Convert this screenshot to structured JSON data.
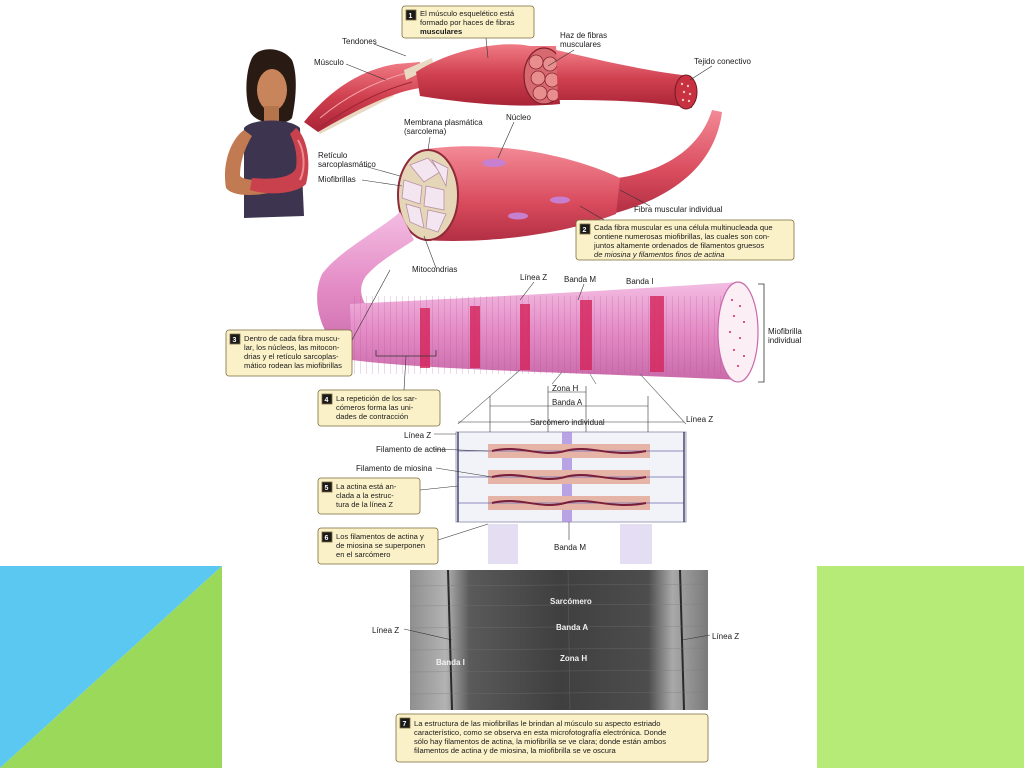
{
  "slide": {
    "colors": {
      "left_blue": "#5ac8f0",
      "left_green": "#9bd95a",
      "right_green": "#b5eb76",
      "muscle": "#c8384a",
      "myofibril": "#e58fc6"
    }
  },
  "figure": {
    "labels": {
      "tendones": "Tendones",
      "musculo": "Músculo",
      "haz": [
        "Haz de fibras",
        "musculares"
      ],
      "tejido": "Tejido conectivo",
      "membrana": [
        "Membrana plasmática",
        "(sarcolema)"
      ],
      "nucleo": "Núcleo",
      "reticulo": [
        "Retículo",
        "sarcoplasmático"
      ],
      "miofibrillas": "Miofibrillas",
      "fibra": "Fibra muscular individual",
      "mitocondrias": "Mitocondrias",
      "linea_z": "Línea Z",
      "banda_m": "Banda M",
      "banda_i": "Banda I",
      "miofibrilla_ind": [
        "Miofibrilla",
        "individual"
      ],
      "zona_h": "Zona H",
      "banda_a": "Banda A",
      "sarcomero_ind": "Sarcómero individual",
      "linea_z_right": "Línea Z",
      "linea_z_left": "Línea Z",
      "filamento_actina": "Filamento de actina",
      "filamento_miosina": "Filamento de miosina",
      "banda_m_lower": "Banda M"
    },
    "micro_labels": {
      "sarcomero": "Sarcómero",
      "banda_a": "Banda A",
      "zona_h": "Zona H",
      "banda_i": "Banda I",
      "linea_z_left": "Línea Z",
      "linea_z_right": "Línea Z"
    },
    "callouts": {
      "c1": {
        "num": "1",
        "lines": [
          "El músculo esquelético está",
          "formado por haces de fibras",
          "musculares"
        ]
      },
      "c2": {
        "num": "2",
        "lines": [
          "Cada fibra muscular es una célula multinucleada que",
          "contiene numerosas miofibrillas, las cuales son con-",
          "juntos altamente ordenados de filamentos gruesos",
          "de miosina y filamentos finos de actina"
        ]
      },
      "c3": {
        "num": "3",
        "lines": [
          "Dentro de cada fibra muscu-",
          "lar, los núcleos, las mitocon-",
          "drias y el retículo sarcoplas-",
          "mático rodean las miofibrillas"
        ]
      },
      "c4": {
        "num": "4",
        "lines": [
          "La repetición de los sar-",
          "cómeros forma las uni-",
          "dades de contracción"
        ]
      },
      "c5": {
        "num": "5",
        "lines": [
          "La actina está an-",
          "clada a la estruc-",
          "tura de la línea Z"
        ]
      },
      "c6": {
        "num": "6",
        "lines": [
          "Los filamentos de actina y",
          "de miosina se superponen",
          "en el sarcómero"
        ]
      },
      "c7": {
        "num": "7",
        "lines": [
          "La estructura de las miofibrillas le brindan al músculo su aspecto estriado",
          "característico, como se observa en esta microfotografía electrónica. Donde",
          "sólo hay filamentos de actina, la miofibrilla se ve clara; donde están ambos",
          "filamentos de actina y de miosina, la miofibrilla se ve oscura"
        ]
      }
    }
  }
}
